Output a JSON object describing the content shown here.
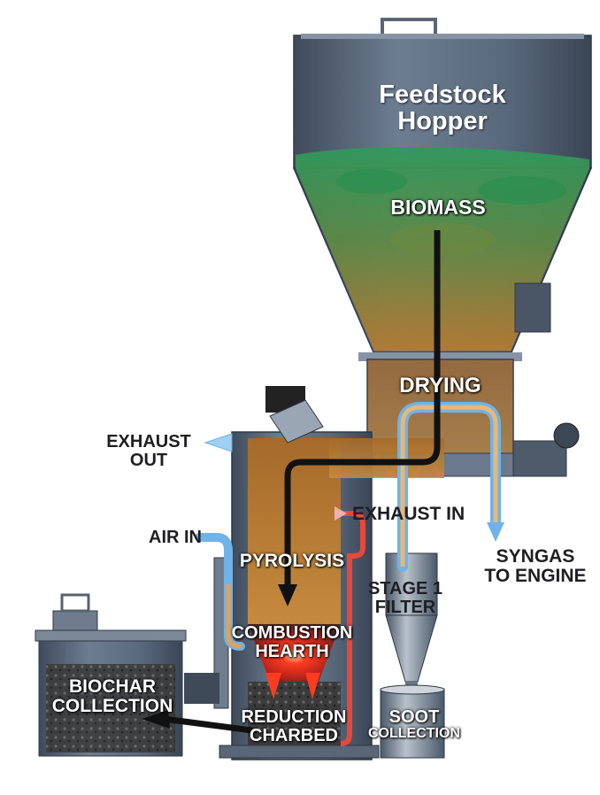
{
  "labels": {
    "feedstock_hopper": [
      "Feedstock",
      "Hopper"
    ],
    "biomass": "BIOMASS",
    "drying": "DRYING",
    "exhaust_out": [
      "EXHAUST",
      "OUT"
    ],
    "exhaust_in": "EXHAUST IN",
    "syngas": [
      "SYNGAS",
      "TO ENGINE"
    ],
    "air_in": "AIR IN",
    "pyrolysis": "PYROLYSIS",
    "stage1": [
      "STAGE 1",
      "FILTER"
    ],
    "combustion": [
      "COMBUSTION",
      "HEARTH"
    ],
    "biochar": [
      "BIOCHAR",
      "COLLECTION"
    ],
    "reduction": [
      "REDUCTION",
      "CHARBED"
    ],
    "soot": [
      "SOOT",
      "COLLECTION"
    ]
  },
  "colors": {
    "steel": "#5d6d80",
    "steel_dark": "#3a4656",
    "biomass_green": "#2f9a5a",
    "biomass_orange": "#b8792e",
    "air_blue": "#6fb3e8",
    "exhaust_red": "#e8473c",
    "hot_core": "#ff3b1f",
    "flow_black": "#111111"
  }
}
